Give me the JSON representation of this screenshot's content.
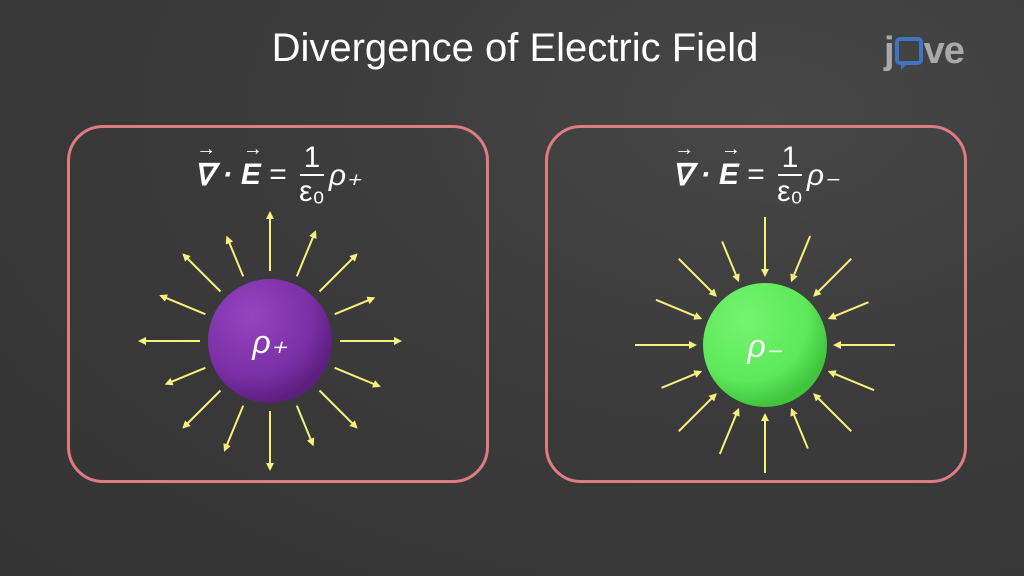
{
  "title": "Divergence of Electric Field",
  "logo": {
    "text_j": "j",
    "text_ve": "ve"
  },
  "panels": [
    {
      "eq": {
        "nabla": "∇",
        "dot": "·",
        "E": "E",
        "equals": "=",
        "num": "1",
        "den": "ε₀",
        "rho": "ρ₊"
      },
      "charge_label": "ρ₊",
      "sphere_color": "#7b2fa6",
      "field": "outward"
    },
    {
      "eq": {
        "nabla": "∇",
        "dot": "·",
        "E": "E",
        "equals": "=",
        "num": "1",
        "den": "ε₀",
        "rho": "ρ₋"
      },
      "charge_label": "ρ₋",
      "sphere_color": "#5ee85a",
      "field": "inward"
    }
  ],
  "colors": {
    "arrow": "#f4f27a",
    "border": "#df7c82"
  }
}
